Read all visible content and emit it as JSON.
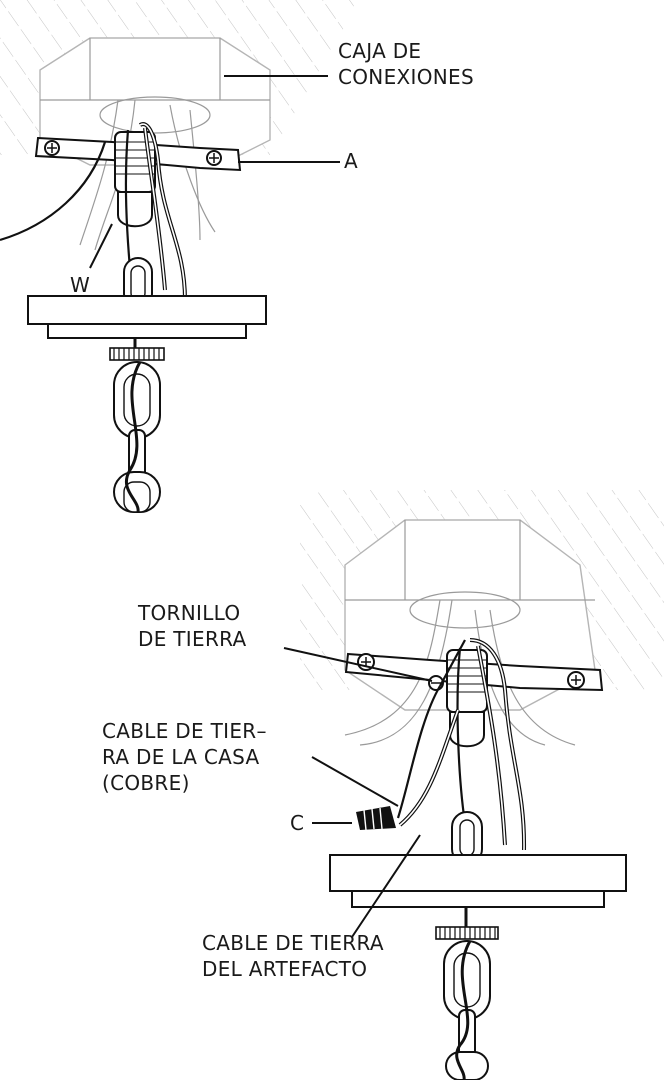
{
  "labels": {
    "junction_box_line1": "CAJA DE",
    "junction_box_line2": "CONEXIONES",
    "bar_a": "A",
    "wire_w": "W",
    "ground_screw_line1": "TORNILLO",
    "ground_screw_line2": "DE TIERRA",
    "house_ground_line1": "CABLE DE TIER–",
    "house_ground_line2": "RA DE LA CASA",
    "house_ground_line3": "(COBRE)",
    "connector_c": "C",
    "fixture_ground_line1": "CABLE DE TIERRA",
    "fixture_ground_line2": "DEL ARTEFACTO"
  },
  "colors": {
    "ink": "#111111",
    "faint": "#9a9a9a",
    "hatch": "#bdbdbd"
  }
}
